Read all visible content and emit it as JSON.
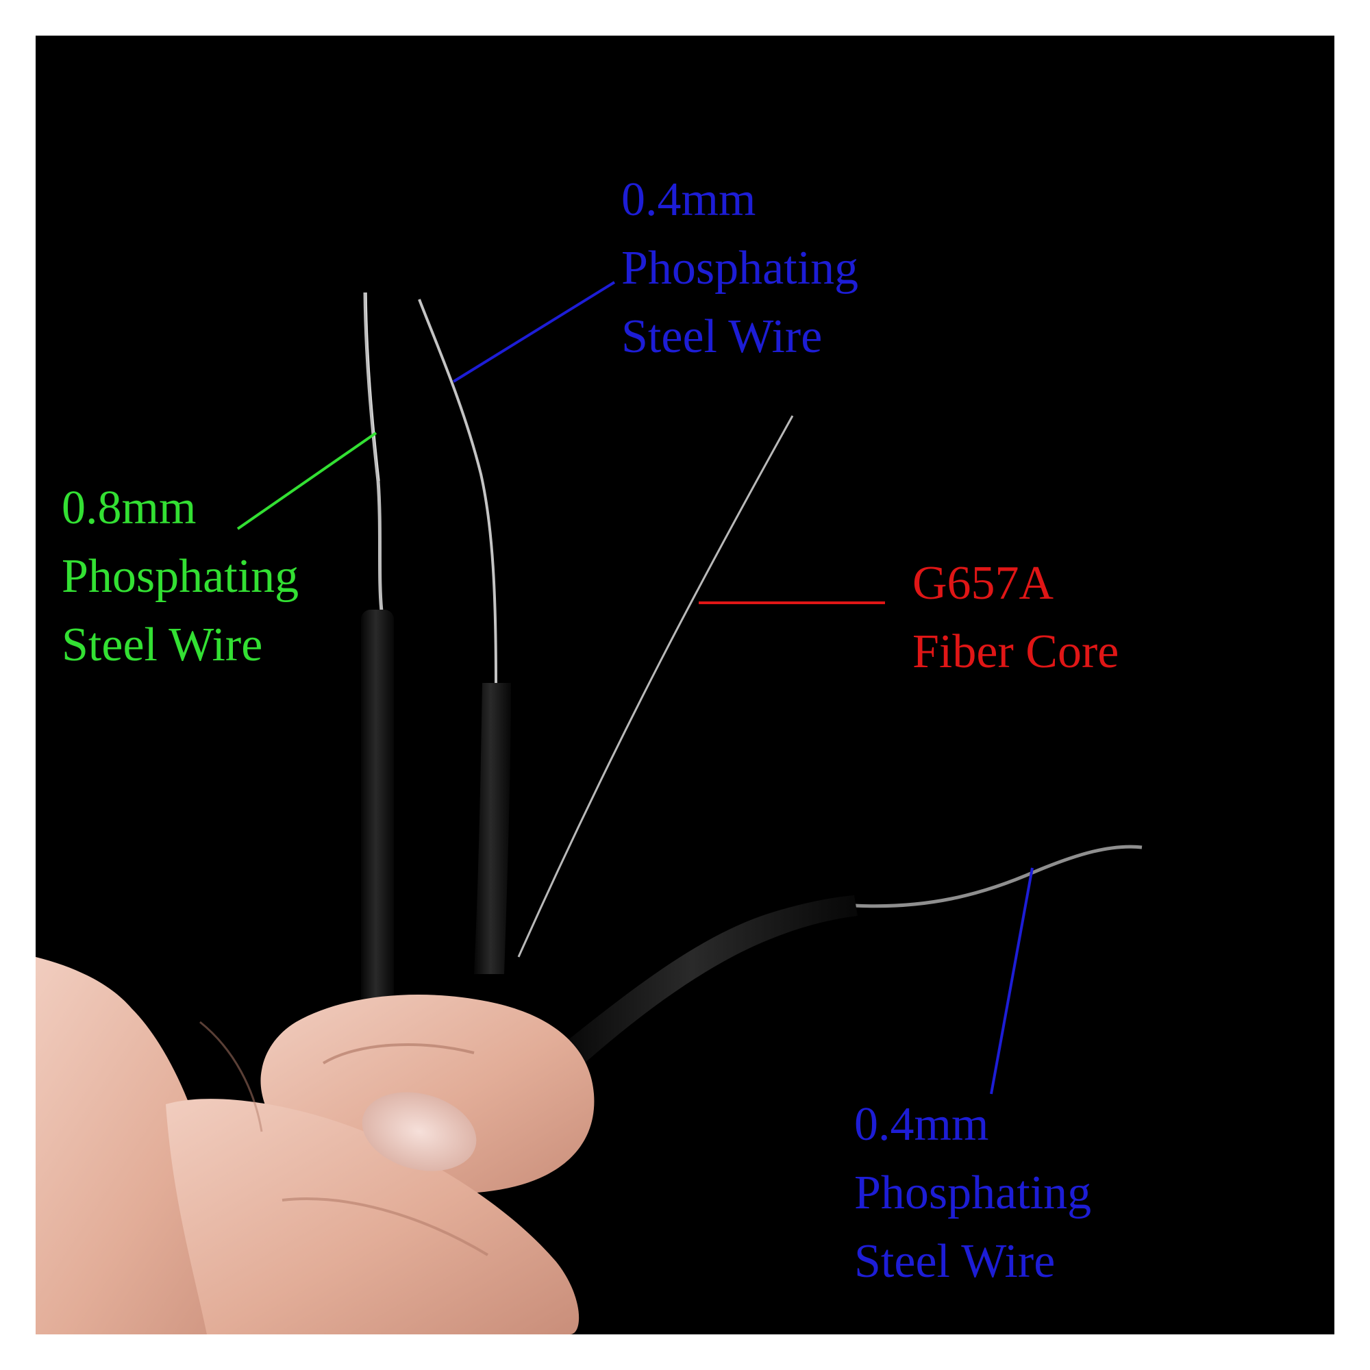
{
  "labels": {
    "steel_wire_04_top": {
      "lines": [
        "0.4mm",
        "Phosphating",
        "Steel Wire"
      ],
      "color": "#1d1dd6"
    },
    "steel_wire_08": {
      "lines": [
        "0.8mm",
        "Phosphating",
        "Steel Wire"
      ],
      "color": "#33e033"
    },
    "fiber_core": {
      "lines": [
        "G657A",
        "Fiber Core"
      ],
      "color": "#e01616"
    },
    "steel_wire_04_bottom": {
      "lines": [
        "0.4mm",
        "Phosphating",
        "Steel Wire"
      ],
      "color": "#1d1dd6"
    }
  },
  "colors": {
    "background": "#000000",
    "frame": "#ffffff",
    "skin": "#e6b7a4",
    "cable_jacket": "#151515",
    "wire": "#c8c8c8"
  }
}
